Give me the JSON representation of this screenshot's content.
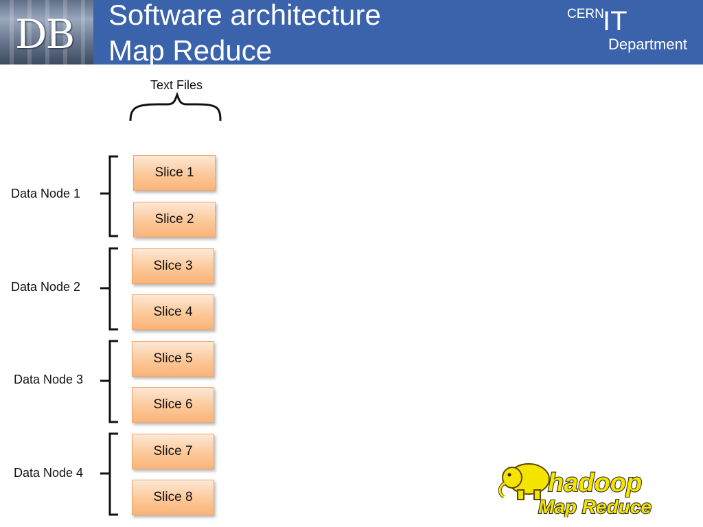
{
  "header": {
    "logo_text": "DB",
    "title_line1": "Software architecture",
    "title_line2": "Map Reduce",
    "org_small": "CERN",
    "org_big": "IT",
    "org_dept": "Department"
  },
  "diagram": {
    "text_files_label": "Text Files",
    "nodes": [
      {
        "label": "Data Node 1",
        "slices": [
          "Slice 1",
          "Slice 2"
        ]
      },
      {
        "label": "Data Node 2",
        "slices": [
          "Slice 3",
          "Slice 4"
        ]
      },
      {
        "label": "Data Node 3",
        "slices": [
          "Slice 5",
          "Slice 6"
        ]
      },
      {
        "label": "Data Node 4",
        "slices": [
          "Slice 7",
          "Slice 8"
        ]
      }
    ]
  },
  "logo": {
    "line1": "hadoop",
    "line2": "Map Reduce",
    "icon": "yellow-elephant-icon"
  },
  "colors": {
    "header_bg": "#3a63ab",
    "slice_fill": "#fcc898",
    "slice_border": "#f2a566",
    "logo_text": "#f5e300"
  }
}
